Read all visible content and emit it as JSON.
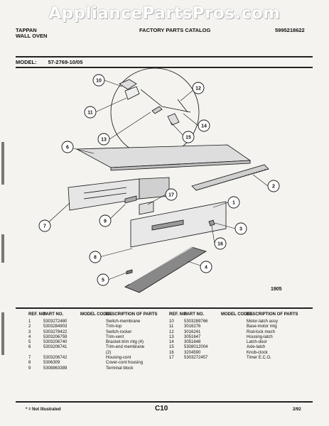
{
  "watermark": "AppliancePartsPros.com",
  "header": {
    "brand": "TAPPAN",
    "product": "WALL OVEN",
    "catalog_title": "FACTORY PARTS CATALOG",
    "catalog_number": "5995218622"
  },
  "model": {
    "label": "MODEL:",
    "value": "57-2769-10/05"
  },
  "diagram": {
    "figure_number": "1905",
    "callouts": [
      "1",
      "2",
      "3",
      "4",
      "5",
      "6",
      "7",
      "8",
      "9",
      "10",
      "11",
      "12",
      "13",
      "14",
      "15",
      "16",
      "17"
    ]
  },
  "table": {
    "headers": {
      "ref": "REF. NO.",
      "part": "PART NO.",
      "model_codes": "MODEL CODES",
      "description": "DESCRIPTION OF PARTS"
    },
    "left_rows": [
      {
        "ref": "1",
        "part": "5303272480",
        "code": "",
        "desc": "Switch-membrane"
      },
      {
        "ref": "2",
        "part": "5303284903",
        "code": "",
        "desc": "Trim-top"
      },
      {
        "ref": "3",
        "part": "5303278422",
        "code": "",
        "desc": "Switch-rocker"
      },
      {
        "ref": "4",
        "part": "5303206759",
        "code": "",
        "desc": "Trim-vent"
      },
      {
        "ref": "5",
        "part": "5303206740",
        "code": "",
        "desc": "Bracket-trim mtg (4)"
      },
      {
        "ref": "6",
        "part": "5303206741",
        "code": "",
        "desc": "Trim-end membrane"
      },
      {
        "ref": "",
        "part": "",
        "code": "",
        "desc": "(2)"
      },
      {
        "ref": "7",
        "part": "5303206742",
        "code": "",
        "desc": "Housing-cont"
      },
      {
        "ref": "8",
        "part": "5306309",
        "code": "",
        "desc": "Cover-cont housing"
      },
      {
        "ref": "9",
        "part": "5308863389",
        "code": "",
        "desc": "Terminal block"
      }
    ],
    "right_rows": [
      {
        "ref": "10",
        "part": "5303289766",
        "code": "",
        "desc": "Motor-latch assy"
      },
      {
        "ref": "11",
        "part": "3016276",
        "code": "",
        "desc": "Base-motor mtg"
      },
      {
        "ref": "12",
        "part": "3016241",
        "code": "",
        "desc": "Rod-lock mech"
      },
      {
        "ref": "13",
        "part": "3051647",
        "code": "",
        "desc": "Housing-latch"
      },
      {
        "ref": "14",
        "part": "3051648",
        "code": "",
        "desc": "Latch-door"
      },
      {
        "ref": "15",
        "part": "5308012004",
        "code": "",
        "desc": "Axle-latch"
      },
      {
        "ref": "16",
        "part": "3204590",
        "code": "",
        "desc": "Knob-clock"
      },
      {
        "ref": "17",
        "part": "5303272457",
        "code": "",
        "desc": "Timer E.C.O."
      }
    ]
  },
  "footer": {
    "note": "* = Not Illustrated",
    "page": "C10",
    "date": "2/92"
  }
}
